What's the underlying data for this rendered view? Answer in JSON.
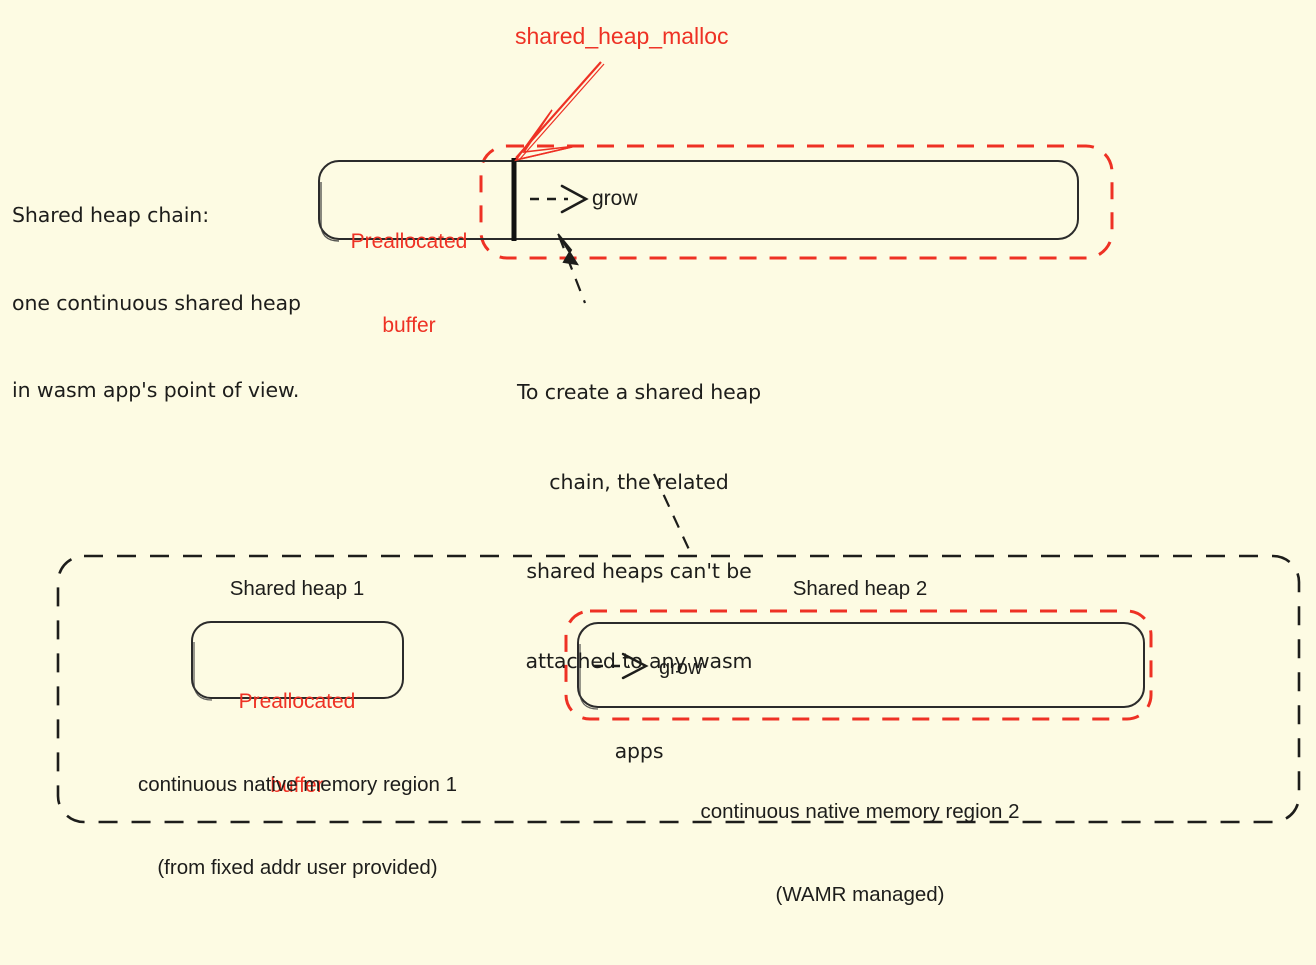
{
  "diagram": {
    "background_color": "#fdfbe3",
    "accent_red": "#ee3124",
    "ink_color": "#1d1d1b",
    "title_label": "shared_heap_malloc"
  },
  "left_note": {
    "line1": "Shared heap chain:",
    "line2": "one continuous shared heap",
    "line3": "in wasm app's point of view."
  },
  "top_diagram": {
    "prealloc_label_line1": "Preallocated",
    "prealloc_label_line2": "buffer",
    "grow_label": "grow"
  },
  "center_note": {
    "line1": "To create a shared heap",
    "line2": "chain, the related",
    "line3": "shared heaps can't be",
    "line4": "attached to any wasm",
    "line5": "apps"
  },
  "bottom": {
    "heap1_title": "Shared heap 1",
    "heap2_title": "Shared heap 2",
    "heap1_buffer_line1": "Preallocated",
    "heap1_buffer_line2": "buffer",
    "heap2_grow_label": "grow",
    "region1_caption_line1": "continuous native memory region 1",
    "region1_caption_line2": "(from fixed addr user provided)",
    "region2_caption_line1": "continuous native memory region 2",
    "region2_caption_line2": "(WAMR managed)"
  }
}
